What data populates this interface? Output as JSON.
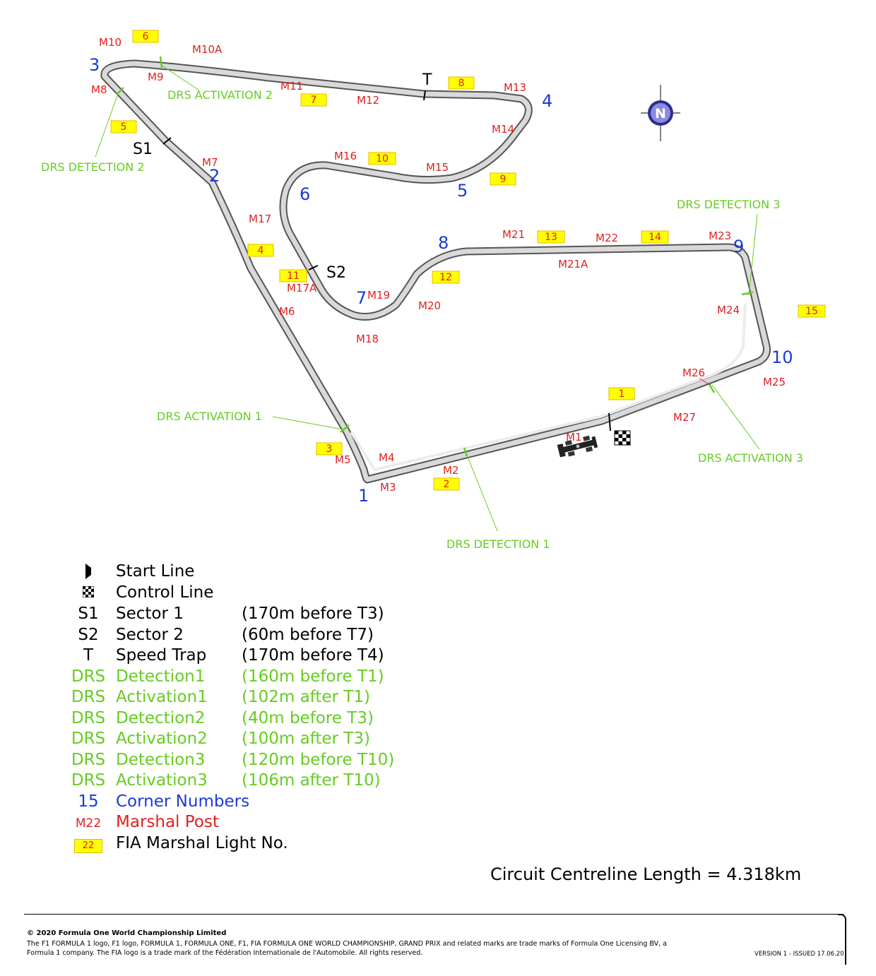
{
  "corners": [
    "1",
    "2",
    "3",
    "4",
    "5",
    "6",
    "7",
    "8",
    "9",
    "10"
  ],
  "marshal_posts": [
    "M1",
    "M2",
    "M3",
    "M4",
    "M5",
    "M6",
    "M7",
    "M8",
    "M9",
    "M10",
    "M10A",
    "M11",
    "M12",
    "M13",
    "M14",
    "M15",
    "M16",
    "M17",
    "M17A",
    "M18",
    "M19",
    "M20",
    "M21",
    "M21A",
    "M22",
    "M23",
    "M24",
    "M25",
    "M26",
    "M27"
  ],
  "marshal_lights": [
    "1",
    "2",
    "3",
    "4",
    "5",
    "6",
    "7",
    "8",
    "9",
    "10",
    "11",
    "12",
    "13",
    "14",
    "15"
  ],
  "drs_labels": {
    "activation_1": "DRS ACTIVATION 1",
    "activation_2": "DRS ACTIVATION 2",
    "activation_3": "DRS ACTIVATION 3",
    "detection_1": "DRS DETECTION 1",
    "detection_2": "DRS DETECTION 2",
    "detection_3": "DRS DETECTION 3"
  },
  "timing_labels": {
    "s1": "S1",
    "s2": "S2",
    "trap": "T"
  },
  "compass_letter": "N",
  "legend": [
    {
      "symbol": "",
      "name": "Start Line",
      "note": ""
    },
    {
      "symbol": "",
      "name": "Control Line",
      "note": ""
    },
    {
      "symbol": "S1",
      "name": "Sector 1",
      "note": "(170m before T3)"
    },
    {
      "symbol": "S2",
      "name": "Sector 2",
      "note": "(60m before T7)"
    },
    {
      "symbol": "T",
      "name": "Speed Trap",
      "note": "(170m before T4)"
    },
    {
      "symbol": "DRS",
      "name": "Detection1",
      "note": "(160m before T1)"
    },
    {
      "symbol": "DRS",
      "name": "Activation1",
      "note": "(102m after T1)"
    },
    {
      "symbol": "DRS",
      "name": "Detection2",
      "note": "(40m before T3)"
    },
    {
      "symbol": "DRS",
      "name": "Activation2",
      "note": "(100m after T3)"
    },
    {
      "symbol": "DRS",
      "name": "Detection3",
      "note": "(120m before T10)"
    },
    {
      "symbol": "DRS",
      "name": "Activation3",
      "note": "(106m after T10)"
    },
    {
      "symbol": "15",
      "name": "Corner Numbers",
      "note": ""
    },
    {
      "symbol": "M22",
      "name": "Marshal Post",
      "note": ""
    },
    {
      "symbol": "22",
      "name": "FIA Marshal Light No.",
      "note": ""
    }
  ],
  "circuit_length": "Circuit Centreline Length = 4.318km",
  "footer": {
    "copyright": "© 2020 Formula One World Championship Limited",
    "trademark": "The F1 FORMULA 1 logo, F1 logo, FORMULA 1, FORMULA ONE, F1, FIA FORMULA ONE WORLD CHAMPIONSHIP, GRAND PRIX and related marks are trade marks of Formula One Licensing BV, a Formula 1 company. The FIA logo is a trade mark of the Fédération Internationale de l'Automobile. All rights reserved.",
    "version": "VERSION 1 - ISSUED 17.06.20"
  },
  "colors": {
    "corner": "#1a3bd6",
    "marshal": "#e02020",
    "drs": "#66cc22",
    "light_fill": "#ffff00",
    "track": "#d9d9d9"
  }
}
